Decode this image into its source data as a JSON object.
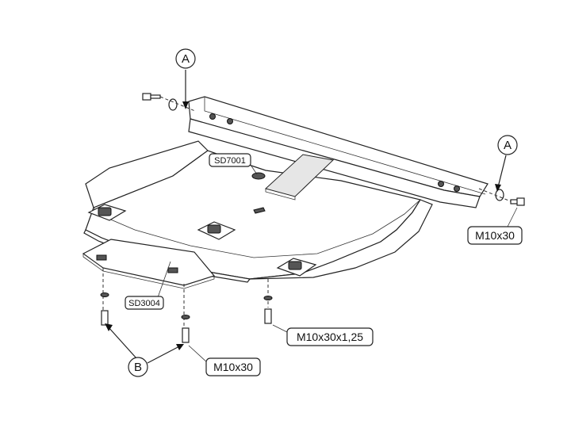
{
  "callouts": {
    "a_top": "A",
    "a_right": "A",
    "b": "B"
  },
  "parts": {
    "sd7001": "SD7001",
    "sd3004": "SD3004"
  },
  "fasteners": {
    "m10x30_right": "M10x30",
    "m10x30x125": "M10x30x1,25",
    "m10x30_bottom": "M10x30"
  }
}
